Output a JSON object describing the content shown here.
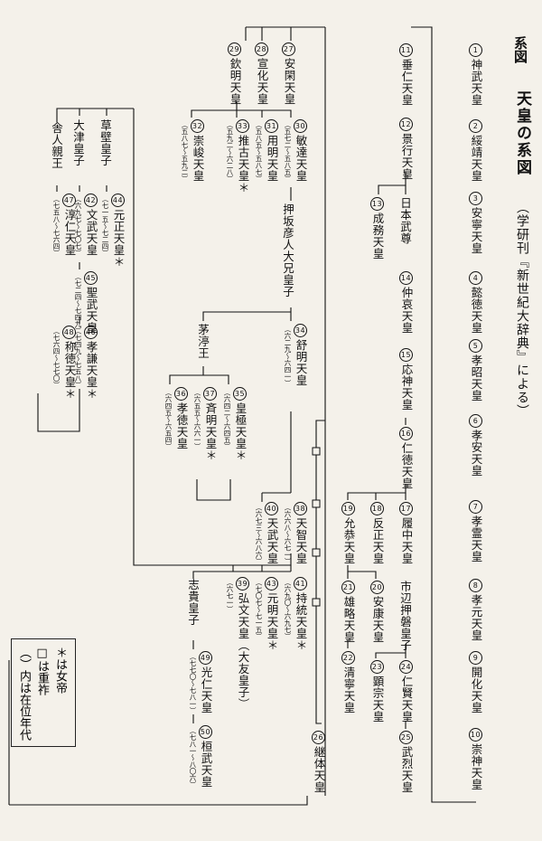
{
  "heading": {
    "section": "系図",
    "title": "天皇の系図",
    "source": "（学研刊『新世紀大辞典』による）"
  },
  "legend": {
    "female": "＊は女帝",
    "chouso": "□は重祚",
    "reign": "（）内は在位年代"
  },
  "nodes": [
    {
      "id": "e1",
      "num": "1",
      "name": "神武天皇"
    },
    {
      "id": "e2",
      "num": "2",
      "name": "綏靖天皇"
    },
    {
      "id": "e3",
      "num": "3",
      "name": "安寧天皇"
    },
    {
      "id": "e4",
      "num": "4",
      "name": "懿徳天皇"
    },
    {
      "id": "e5",
      "num": "5",
      "name": "孝昭天皇"
    },
    {
      "id": "e6",
      "num": "6",
      "name": "孝安天皇"
    },
    {
      "id": "e7",
      "num": "7",
      "name": "孝霊天皇"
    },
    {
      "id": "e8",
      "num": "8",
      "name": "孝元天皇"
    },
    {
      "id": "e9",
      "num": "9",
      "name": "開化天皇"
    },
    {
      "id": "e10",
      "num": "10",
      "name": "崇神天皇"
    },
    {
      "id": "e11",
      "num": "11",
      "name": "垂仁天皇"
    },
    {
      "id": "e12",
      "num": "12",
      "name": "景行天皇"
    },
    {
      "id": "e13",
      "num": "13",
      "name": "成務天皇"
    },
    {
      "id": "yt",
      "num": "",
      "name": "日本武尊"
    },
    {
      "id": "e14",
      "num": "14",
      "name": "仲哀天皇"
    },
    {
      "id": "e15",
      "num": "15",
      "name": "応神天皇"
    },
    {
      "id": "e16",
      "num": "16",
      "name": "仁徳天皇"
    },
    {
      "id": "e17",
      "num": "17",
      "name": "履中天皇"
    },
    {
      "id": "e18",
      "num": "18",
      "name": "反正天皇"
    },
    {
      "id": "e19",
      "num": "19",
      "name": "允恭天皇"
    },
    {
      "id": "ich",
      "num": "",
      "name": "市辺押磐皇子"
    },
    {
      "id": "e20",
      "num": "20",
      "name": "安康天皇"
    },
    {
      "id": "e21",
      "num": "21",
      "name": "雄略天皇"
    },
    {
      "id": "e22",
      "num": "22",
      "name": "清寧天皇"
    },
    {
      "id": "e23",
      "num": "23",
      "name": "顕宗天皇"
    },
    {
      "id": "e24",
      "num": "24",
      "name": "仁賢天皇"
    },
    {
      "id": "e25",
      "num": "25",
      "name": "武烈天皇"
    },
    {
      "id": "e26",
      "num": "26",
      "name": "継体天皇"
    },
    {
      "id": "e27",
      "num": "27",
      "name": "安閑天皇"
    },
    {
      "id": "e28",
      "num": "28",
      "name": "宣化天皇"
    },
    {
      "id": "e29",
      "num": "29",
      "name": "欽明天皇"
    },
    {
      "id": "e30",
      "num": "30",
      "name": "敏達天皇",
      "reign": "（五七二〜五八五）"
    },
    {
      "id": "e31",
      "num": "31",
      "name": "用明天皇",
      "reign": "（五八五〜五八七）"
    },
    {
      "id": "e32",
      "num": "32",
      "name": "崇峻天皇",
      "reign": "（五八七〜五九二）"
    },
    {
      "id": "e33",
      "num": "33",
      "name": "推古天皇＊",
      "reign": "（五九二〜六二八）"
    },
    {
      "id": "osh",
      "num": "",
      "name": "押坂彦人大兄皇子"
    },
    {
      "id": "e34",
      "num": "34",
      "name": "舒明天皇",
      "reign": "（六二九〜六四一）"
    },
    {
      "id": "chi",
      "num": "",
      "name": "茅渟王"
    },
    {
      "id": "e35",
      "num": "35",
      "name": "皇極天皇＊",
      "reign": "（六四二〜六四五）"
    },
    {
      "id": "e36",
      "num": "36",
      "name": "孝徳天皇",
      "reign": "（六四五〜六五四）"
    },
    {
      "id": "e37",
      "num": "37",
      "name": "斉明天皇＊",
      "reign": "（六五五〜六六一）"
    },
    {
      "id": "e38",
      "num": "38",
      "name": "天智天皇",
      "reign": "（六六八〜六七一）"
    },
    {
      "id": "e40",
      "num": "40",
      "name": "天武天皇",
      "reign": "（六七三〜六八六）"
    },
    {
      "id": "e41",
      "num": "41",
      "name": "持統天皇＊",
      "reign": "（六九〇〜六九七）"
    },
    {
      "id": "e39",
      "num": "39",
      "name": "弘文天皇（大友皇子）",
      "reign": "（六七一）"
    },
    {
      "id": "e43",
      "num": "43",
      "name": "元明天皇＊",
      "reign": "（七〇七〜七一五）"
    },
    {
      "id": "shi",
      "num": "",
      "name": "志貴皇子"
    },
    {
      "id": "e49",
      "num": "49",
      "name": "光仁天皇",
      "reign": "（七七〇〜七八一）"
    },
    {
      "id": "e50",
      "num": "50",
      "name": "桓武天皇",
      "reign": "（七八一〜八〇六）"
    },
    {
      "id": "kus",
      "num": "",
      "name": "草壁皇子"
    },
    {
      "id": "ots",
      "num": "",
      "name": "大津皇子"
    },
    {
      "id": "ton",
      "num": "",
      "name": "舎人親王"
    },
    {
      "id": "e44",
      "num": "44",
      "name": "元正天皇＊",
      "reign": "（七一五〜七二四）"
    },
    {
      "id": "e42",
      "num": "42",
      "name": "文武天皇",
      "reign": "（六九七〜七〇七）"
    },
    {
      "id": "e47",
      "num": "47",
      "name": "淳仁天皇",
      "reign": "（七五八〜七六四）"
    },
    {
      "id": "e45",
      "num": "45",
      "name": "聖武天皇",
      "reign": "（七二四〜七四九）"
    },
    {
      "id": "e46",
      "num": "46",
      "name": "孝謙天皇＊",
      "reign": "（七四九〜七五八）"
    },
    {
      "id": "e48",
      "num": "48",
      "name": "称徳天皇＊",
      "reign": "（七六四〜七七〇）"
    }
  ]
}
